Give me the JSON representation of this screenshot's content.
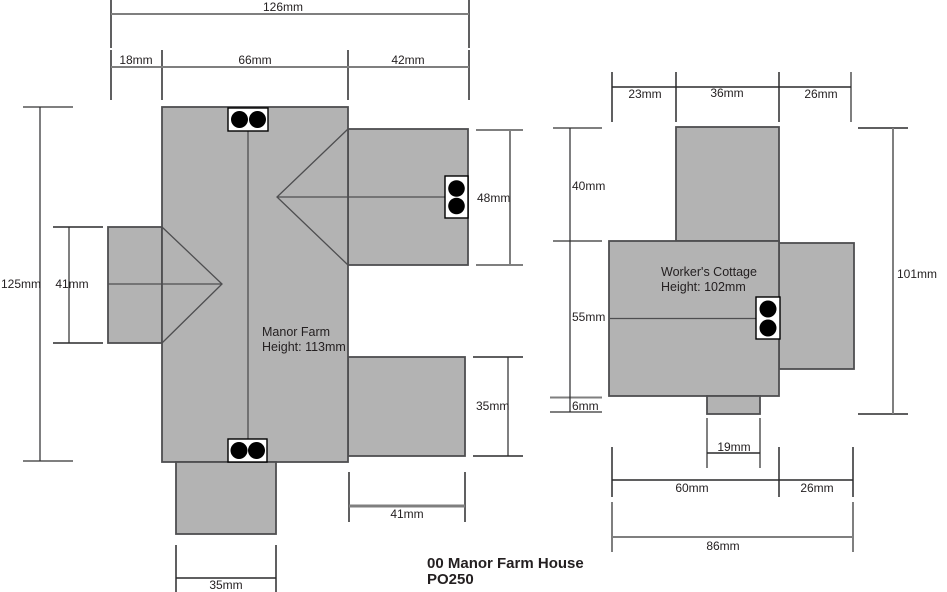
{
  "title": {
    "line1": "00 Manor Farm House",
    "line2": "PO250"
  },
  "manor": {
    "name": "Manor Farm",
    "height": "Height: 113mm",
    "dims": {
      "top_total": "126mm",
      "top_left": "18mm",
      "top_mid": "66mm",
      "top_right": "42mm",
      "side_total": "125mm",
      "left_wing_height": "41mm",
      "right_wing_height": "48mm",
      "lower_right_height": "35mm",
      "lower_right_width": "41mm",
      "porch_width": "35mm"
    }
  },
  "cottage": {
    "name": "Worker's Cottage",
    "height": "Height: 102mm",
    "dims": {
      "top_left": "23mm",
      "top_mid": "36mm",
      "top_right": "26mm",
      "side_upper": "40mm",
      "side_mid": "55mm",
      "side_lower": "6mm",
      "side_total": "101mm",
      "chimney_width": "19mm",
      "bottom_left": "60mm",
      "bottom_right": "26mm",
      "bottom_total": "86mm"
    }
  },
  "colors": {
    "background": "#ffffff",
    "building_fill": "#b3b3b3",
    "building_outline": "#4e4e50",
    "dim_gray": "#7f7f7f",
    "dim_dark": "#2a2a2c",
    "text": "#231f20",
    "chimney_fill": "#ffffff",
    "chimney_dot": "#000000"
  }
}
